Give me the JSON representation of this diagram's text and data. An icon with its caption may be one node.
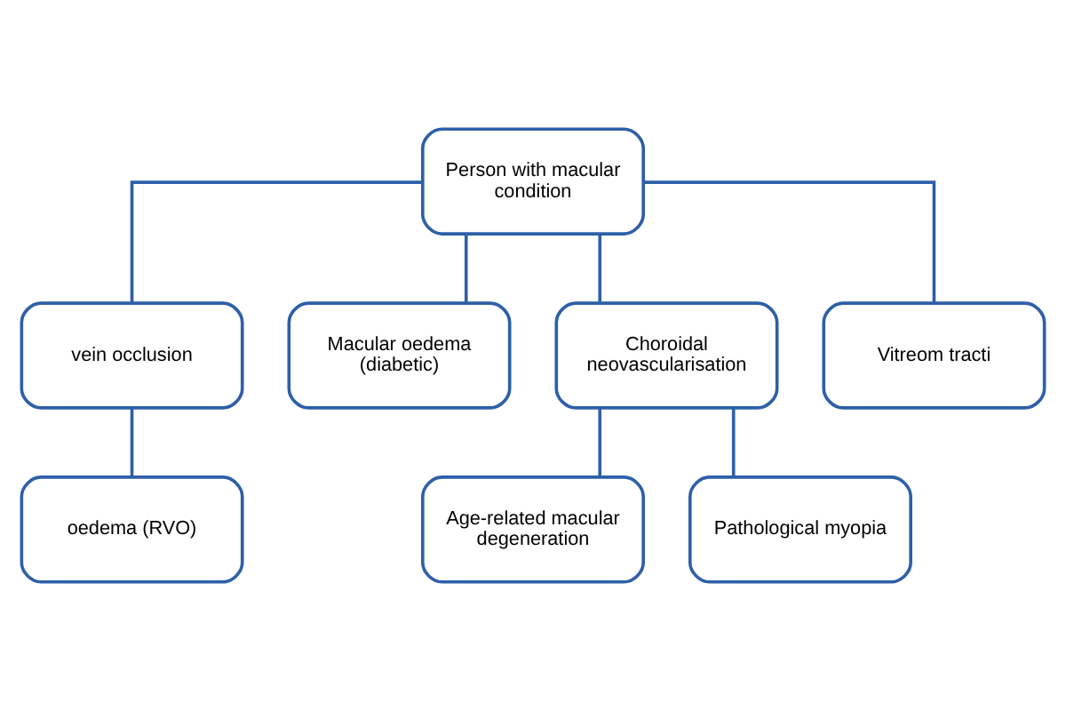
{
  "diagram": {
    "nodes": [
      {
        "text": [
          "Person with macular condition"
        ]
      },
      {
        "text": [
          "vein occlusion"
        ]
      },
      {
        "text": [
          "Macular oedema (diabetic)"
        ]
      },
      {
        "text": [
          "Choroidal neovascularisation"
        ]
      },
      {
        "text": [
          "Vitreom tracti"
        ]
      },
      {
        "text": [
          "oedema (RVO)"
        ]
      },
      {
        "text": [
          "Age-related macular degeneration"
        ]
      },
      {
        "text": [
          "Pathological myopia"
        ]
      }
    ],
    "edges": [
      {
        "from": 0,
        "to": 1,
        "arrow": "none"
      },
      {
        "from": 0,
        "to": 2,
        "arrow": "none"
      },
      {
        "from": 0,
        "to": 3,
        "arrow": "none"
      },
      {
        "from": 0,
        "to": 4,
        "arrow": "none"
      },
      {
        "from": 1,
        "to": 5,
        "arrow": "none"
      },
      {
        "from": 3,
        "to": 6,
        "arrow": "none"
      },
      {
        "from": 3,
        "to": 7,
        "arrow": "none"
      }
    ]
  }
}
